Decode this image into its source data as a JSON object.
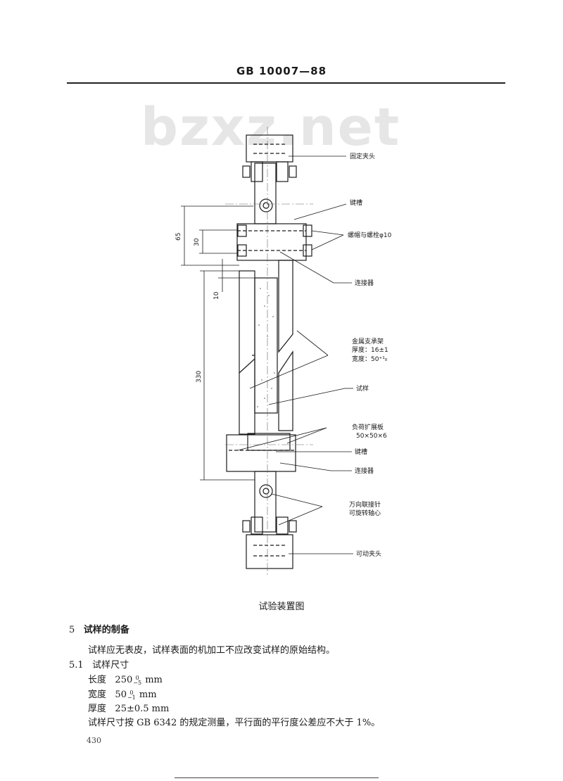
{
  "header": {
    "code": "GB 10007—88"
  },
  "watermark": "bzxz.net",
  "figure": {
    "labels": {
      "fixed_clamp": "固定夹头",
      "keyway_top": "键槽",
      "bolt": "螺帽与螺栓φ10",
      "connector_top": "连接器",
      "support_title": "金属支承架",
      "support_thickness": "厚度：16±1",
      "support_width": "宽度：50⁺¹₀",
      "specimen": "试样",
      "plate_title": "负荷扩展板",
      "plate_size": "50×50×6",
      "keyway_bottom": "键槽",
      "connector_bottom": "连接器",
      "pin_1": "万向联接针",
      "pin_2": "可旋转轴心",
      "moving_clamp": "可动夹头"
    },
    "dims": {
      "d65": "65",
      "d30": "30",
      "d10": "10",
      "d330": "330"
    },
    "caption": "试验装置图"
  },
  "section5": {
    "num": "5",
    "title": "试样的制备",
    "text": "试样应无表皮，试样表面的机加工不应改变试样的原始结构。"
  },
  "section51": {
    "num": "5.1",
    "title": "试样尺寸",
    "length_label": "长度",
    "length_value": "250",
    "length_tol_up": "0",
    "length_tol_low": "−5",
    "width_label": "宽度",
    "width_value": "50",
    "width_tol_up": "0",
    "width_tol_low": "−1",
    "unit": "mm",
    "thickness_label": "厚度",
    "thickness_value": "25±0.5 mm",
    "note": "试样尺寸按 GB 6342 的规定测量，平行面的平行度公差应不大于 1%。"
  },
  "page": {
    "number": "430"
  }
}
